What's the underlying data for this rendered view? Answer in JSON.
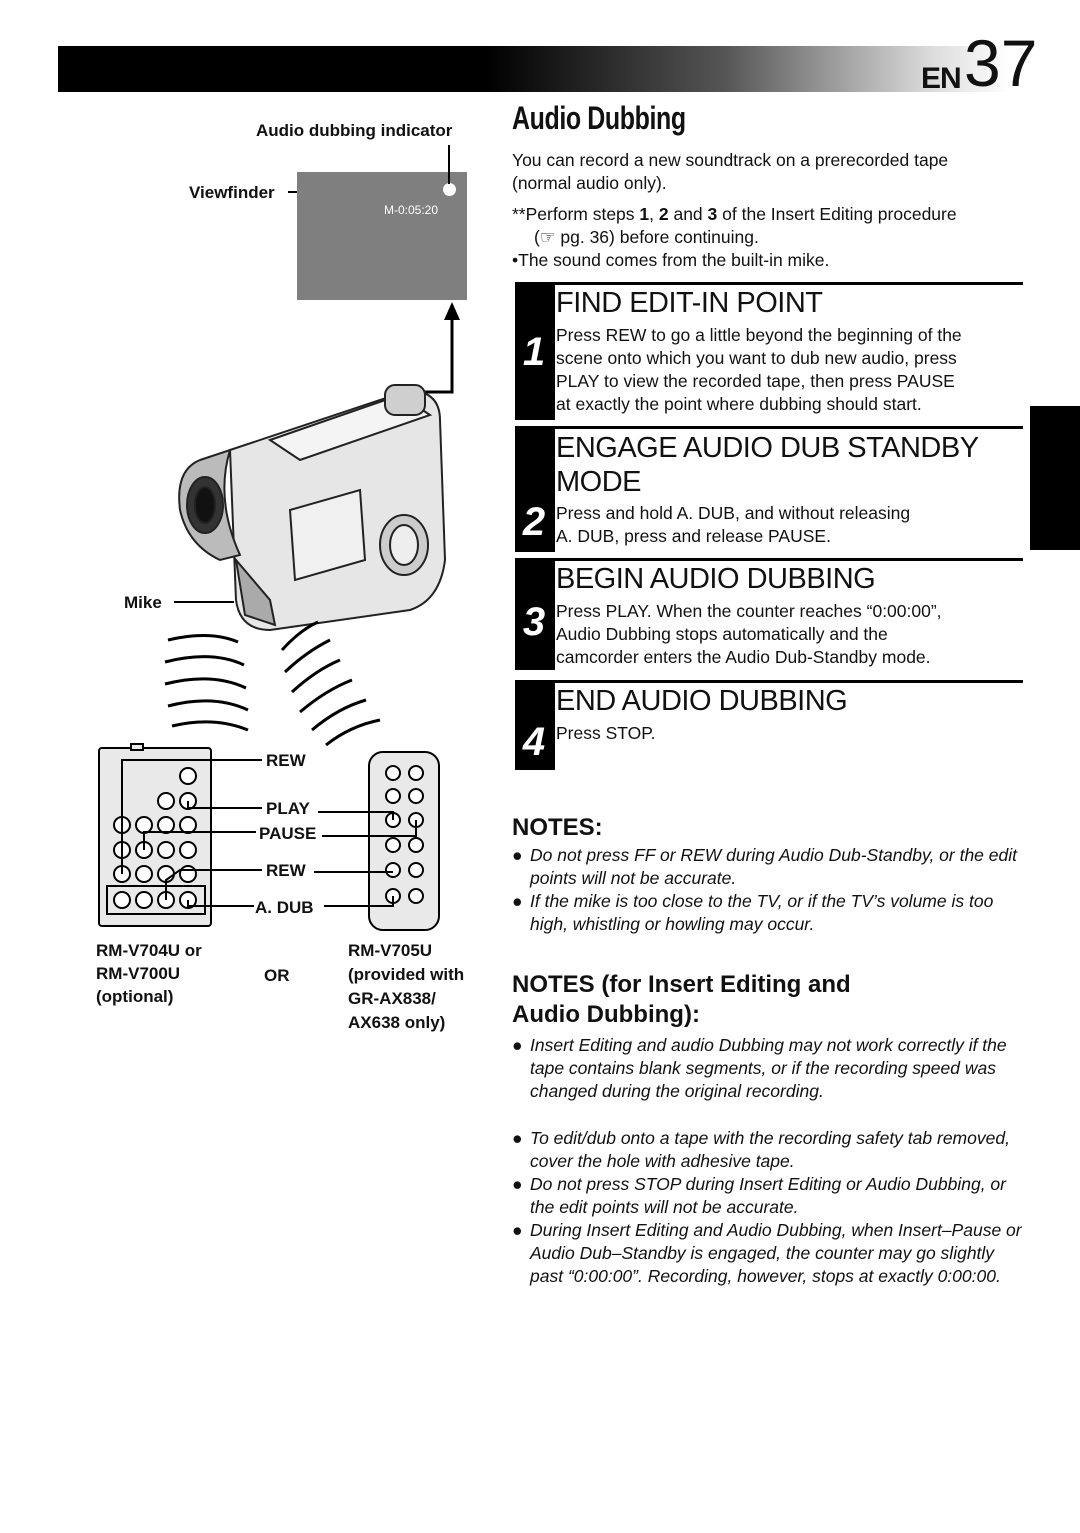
{
  "header": {
    "lang": "EN",
    "page": "37"
  },
  "title": "Audio Dubbing",
  "intro": {
    "line1": "You can record a new soundtrack on a prerecorded tape",
    "line2": "(normal audio only).",
    "note1a": "**Perform steps ",
    "note1b": "1",
    "note1c": ", ",
    "note1d": "2",
    "note1e": " and ",
    "note1f": "3",
    "note1g": " of the Insert Editing procedure",
    "note1h": "(☞ pg. 36) before continuing.",
    "note2": "•The sound comes from the built-in mike."
  },
  "steps": [
    {
      "num": "1",
      "heading": "FIND EDIT-IN POINT",
      "lines": [
        "Press REW to go a little beyond the beginning of the",
        "scene onto which you want to dub new audio, press",
        "PLAY to view the recorded tape, then press PAUSE",
        "at exactly the point where dubbing should start."
      ]
    },
    {
      "num": "2",
      "heading1": "ENGAGE AUDIO DUB STANDBY",
      "heading2": "MODE",
      "lines": [
        "Press and hold A. DUB, and without releasing",
        "A. DUB, press and release PAUSE."
      ]
    },
    {
      "num": "3",
      "heading": "BEGIN AUDIO DUBBING",
      "lines": [
        "Press PLAY. When the counter reaches “0:00:00”,",
        "Audio Dubbing stops automatically and the",
        "camcorder enters the Audio Dub-Standby mode."
      ]
    },
    {
      "num": "4",
      "heading": "END AUDIO DUBBING",
      "lines": [
        "Press STOP."
      ]
    }
  ],
  "notes": {
    "heading": "NOTES:",
    "items": [
      "Do not press FF or REW during Audio Dub-Standby, or the edit points will not be accurate.",
      "If the mike is too close to the TV, or if the TV’s volume is too high, whistling or howling may occur."
    ]
  },
  "notes_insert": {
    "heading1": "NOTES (for Insert Editing and",
    "heading2": "Audio Dubbing):",
    "items": [
      "Insert Editing and audio Dubbing may not work correctly if the tape contains blank segments, or if the recording speed was changed during the original recording.",
      "To edit/dub onto a tape with the recording safety tab removed, cover the hole with adhesive tape.",
      "Do not press STOP during Insert Editing or Audio Dubbing, or the edit points will not be accurate.",
      "During Insert Editing and Audio Dubbing, when Insert–Pause or Audio Dub–Standby is engaged, the counter may go slightly past “0:00:00”. Recording, however, stops at exactly 0:00:00."
    ]
  },
  "illustration": {
    "audio_dub_indicator": "Audio dubbing indicator",
    "viewfinder": "Viewfinder",
    "counter": "M-0:05:20",
    "mike": "Mike",
    "rew1": "REW",
    "play": "PLAY",
    "pause": "PAUSE",
    "rew2": "REW",
    "adub": "A. DUB",
    "remote_left_1": "RM-V704U or",
    "remote_left_2": "RM-V700U",
    "remote_left_3": "(optional)",
    "or": "OR",
    "remote_right_1": "RM-V705U",
    "remote_right_2": "(provided with",
    "remote_right_3": "GR-AX838/",
    "remote_right_4": "AX638 only)"
  }
}
